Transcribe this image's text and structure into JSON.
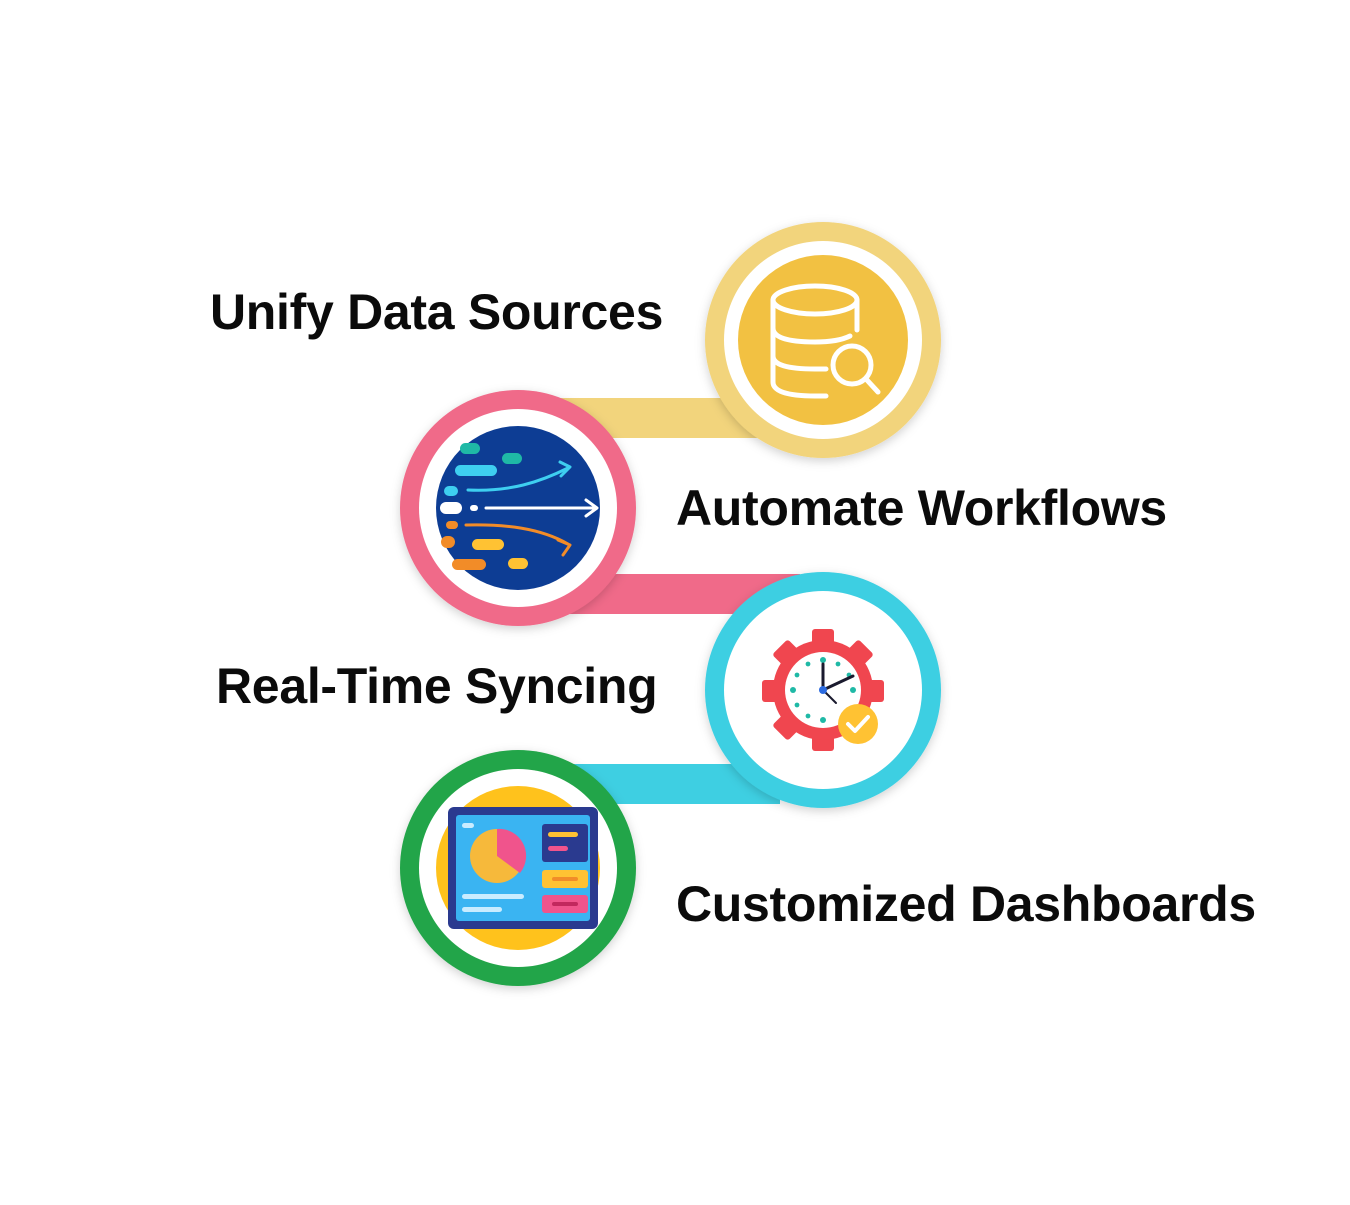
{
  "steps": [
    {
      "label": "Unify Data Sources",
      "icon": "database-search-icon",
      "color": "#F2D47C",
      "inner": "#F2C142"
    },
    {
      "label": "Automate Workflows",
      "icon": "data-flow-icon",
      "color": "#F06A89",
      "inner": "#0E3C94"
    },
    {
      "label": "Real-Time Syncing",
      "icon": "gear-clock-icon",
      "color": "#3ECFE2",
      "inner": "#FFFFFF"
    },
    {
      "label": "Customized Dashboards",
      "icon": "dashboard-icon",
      "color": "#23A548",
      "inner": "#FFC21C"
    }
  ]
}
